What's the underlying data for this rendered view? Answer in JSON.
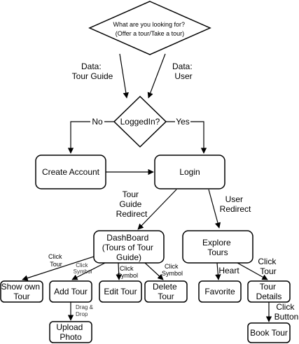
{
  "nodes": {
    "question": {
      "lines": [
        "What are you looking for?",
        "(Offer a tour/Take a tour)"
      ]
    },
    "loggedin": {
      "lines": [
        "LoggedIn?"
      ]
    },
    "create_account": {
      "lines": [
        "Create Account"
      ]
    },
    "login": {
      "lines": [
        "Login"
      ]
    },
    "dashboard": {
      "lines": [
        "DashBoard",
        "(Tours of Tour",
        "Guide)"
      ]
    },
    "explore": {
      "lines": [
        "Explore",
        "Tours"
      ]
    },
    "show_own_tour": {
      "lines": [
        "Show own",
        "Tour"
      ]
    },
    "add_tour": {
      "lines": [
        "Add Tour"
      ]
    },
    "edit_tour": {
      "lines": [
        "Edit Tour"
      ]
    },
    "delete_tour": {
      "lines": [
        "Delete",
        "Tour"
      ]
    },
    "favorite": {
      "lines": [
        "Favorite"
      ]
    },
    "tour_details": {
      "lines": [
        "Tour",
        "Details"
      ]
    },
    "upload_photo": {
      "lines": [
        "Upload",
        "Photo"
      ]
    },
    "book_tour": {
      "lines": [
        "Book Tour"
      ]
    }
  },
  "edge_labels": {
    "data_tour_guide": [
      "Data:",
      "Tour Guide"
    ],
    "data_user": [
      "Data:",
      "User"
    ],
    "no": [
      "No"
    ],
    "yes": [
      "Yes"
    ],
    "tour_guide_redirect": [
      "Tour",
      "Guide",
      "Redirect"
    ],
    "user_redirect": [
      "User",
      "Redirect"
    ],
    "click_tour_show": [
      "Click",
      "Tour"
    ],
    "click_symbol_add": [
      "Click",
      "Symbol"
    ],
    "click_symbol_edit": [
      "Click",
      "Symbol"
    ],
    "click_symbol_delete": [
      "Click",
      "Symbol"
    ],
    "heart": [
      "Heart"
    ],
    "click_tour_details": [
      "Click",
      "Tour"
    ],
    "drag_drop": [
      "Drag &",
      "Drop"
    ],
    "click_button": [
      "Click",
      "Button"
    ]
  }
}
